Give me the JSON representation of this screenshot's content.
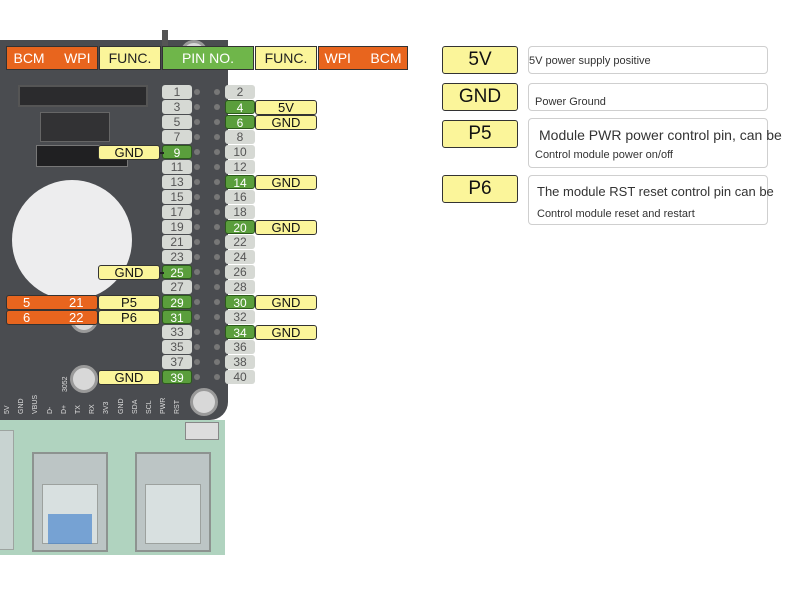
{
  "header": {
    "left_bcm": "BCM",
    "left_wpi": "WPI",
    "left_func": "FUNC.",
    "pin_no": "PIN NO.",
    "right_func": "FUNC.",
    "right_wpi": "WPI",
    "right_bcm": "BCM"
  },
  "odd_pins": [
    "1",
    "3",
    "5",
    "7",
    "9",
    "11",
    "13",
    "15",
    "17",
    "19",
    "21",
    "23",
    "25",
    "27",
    "29",
    "31",
    "33",
    "35",
    "37",
    "39"
  ],
  "even_pins": [
    "2",
    "4",
    "6",
    "8",
    "10",
    "12",
    "14",
    "16",
    "18",
    "20",
    "22",
    "24",
    "26",
    "28",
    "30",
    "32",
    "34",
    "36",
    "38",
    "40"
  ],
  "left_functions": {
    "pin9": "GND",
    "pin25": "GND",
    "pin29": "P5",
    "pin31": "P6",
    "pin39": "GND"
  },
  "left_bcm_wpi": {
    "pin29_bcm": "5",
    "pin29_wpi": "21",
    "pin31_bcm": "6",
    "pin31_wpi": "22"
  },
  "right_functions": {
    "pin4": "5V",
    "pin6": "GND",
    "pin14": "GND",
    "pin20": "GND",
    "pin30": "GND",
    "pin34": "GND"
  },
  "legend": [
    {
      "name": "5V",
      "title": "",
      "desc": "5V power supply positive"
    },
    {
      "name": "GND",
      "title": "",
      "desc": "Power Ground"
    },
    {
      "name": "P5",
      "title": "Module PWR power control pin, can be",
      "desc": "Control module power on/off"
    },
    {
      "name": "P6",
      "title": "The module RST reset control pin can be",
      "desc": "Control module reset and restart"
    }
  ],
  "silkscreen": [
    "5V",
    "GND",
    "VBUS",
    "D-",
    "D+",
    "TX",
    "RX",
    "3V3",
    "GND",
    "SDA",
    "SCL",
    "PWR",
    "RST"
  ],
  "silk_3052": "3052",
  "colors": {
    "orange": "#e8651e",
    "yellow": "#fbf59a",
    "green": "#6fb64a",
    "pin_grey": "#d6d9d4"
  }
}
